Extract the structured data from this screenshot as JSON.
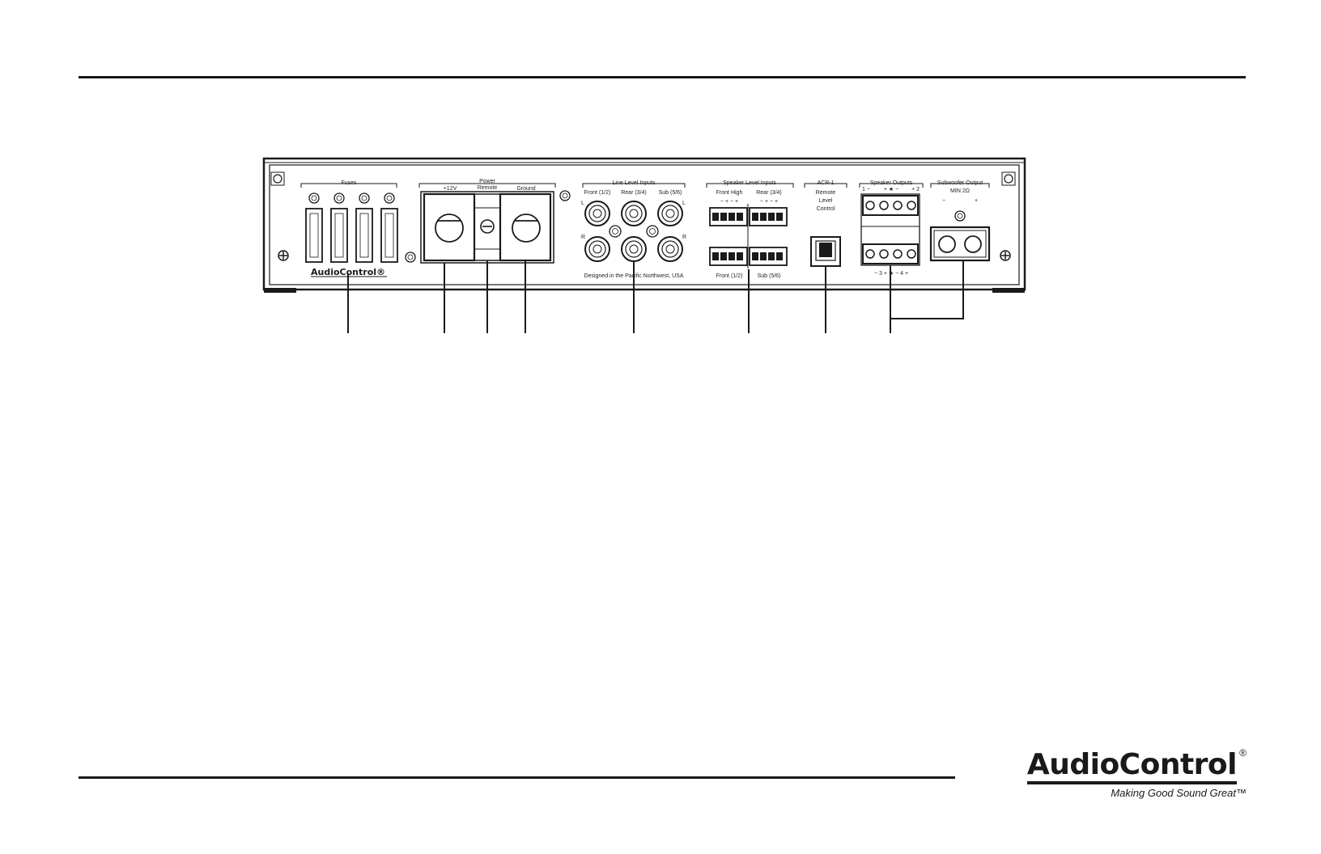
{
  "labels": {
    "fuses": "Fuses",
    "power": "Power",
    "plus12v": "+12V",
    "remote": "Remote",
    "ground": "Ground",
    "line_inputs": "Line Level Inputs",
    "front12": "Front (1/2)",
    "rear34": "Rear (3/4)",
    "sub56": "Sub (5/6)",
    "l": "L",
    "r": "R",
    "designed": "Designed in the Pacific Northwest, USA",
    "speaker_inputs": "Speaker Level Inputs",
    "front_high": "Front High",
    "rear34b": "Rear (3/4)",
    "polarity_row": "− + − +",
    "polarity_row2": "− + − +",
    "front12b": "Front (1/2)",
    "sub56b": "Sub (5/6)",
    "acr": "ACR-1",
    "remote2": "Remote",
    "level": "Level",
    "control": "Control",
    "speaker_outputs": "Speaker Outputs",
    "out_top_1": "1 −",
    "out_top_mid": "+ ★ −",
    "out_top_2": "+ 2",
    "out_bottom": "− 3 + ★ − 4 +",
    "sub_output": "Subwoofer Output",
    "min_ohm": "MIN 2Ω",
    "minus": "−",
    "plus": "+",
    "panel_brand": "AudioControl®"
  },
  "brand": {
    "name": "AudioControl",
    "reg": "®",
    "tagline": "Making Good Sound Great™"
  },
  "colors": {
    "ink": "#1a1a1a",
    "background": "#ffffff"
  }
}
